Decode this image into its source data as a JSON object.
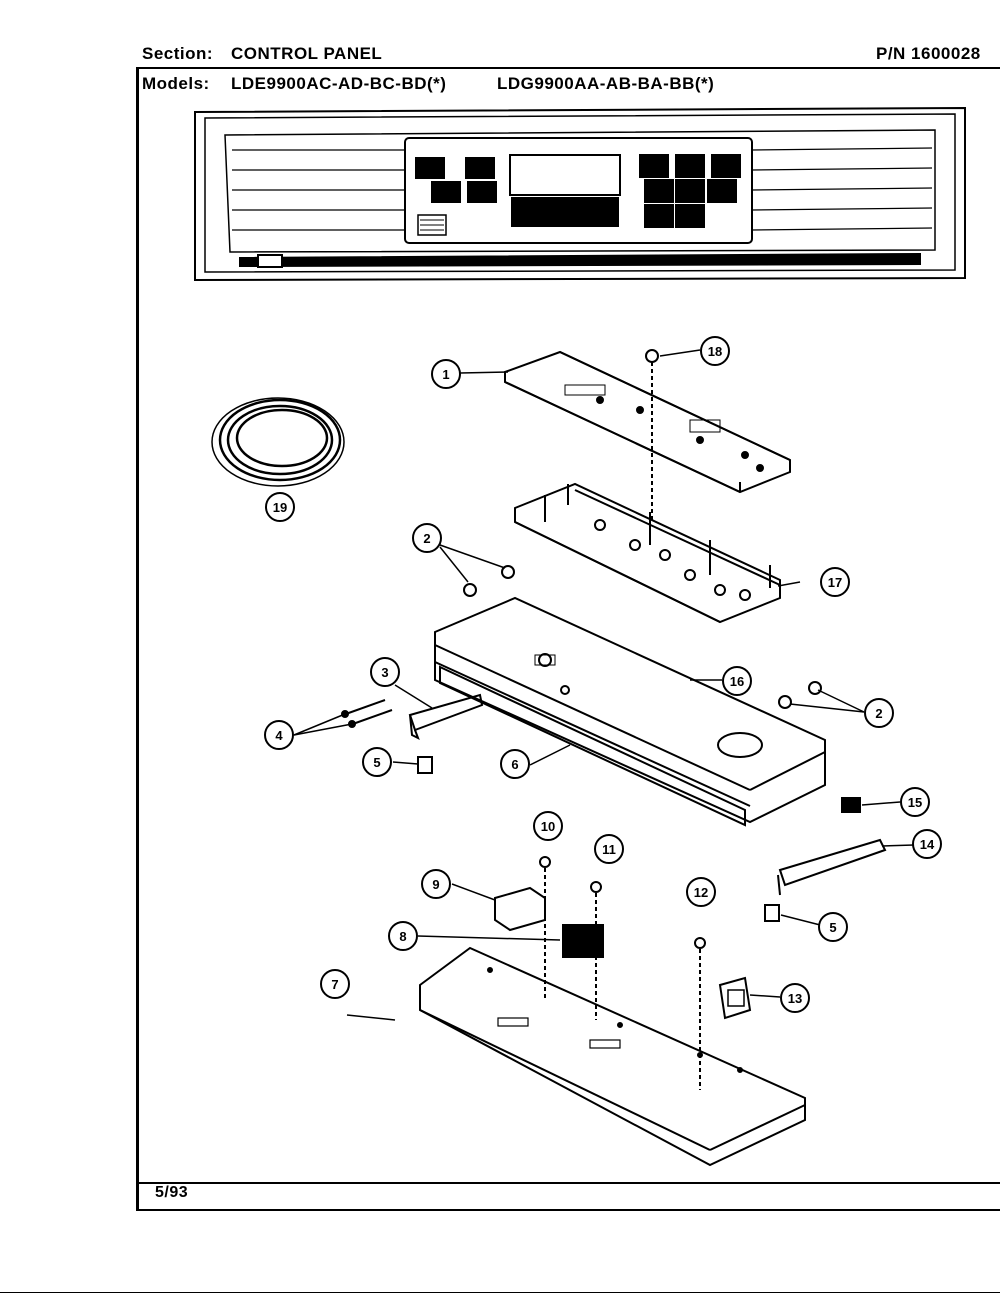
{
  "header": {
    "section_label": "Section:",
    "section_value": "CONTROL PANEL",
    "part_number": "P/N 1600028",
    "models_label": "Models:",
    "models_value_1": "LDE9900AC-AD-BC-BD(*)",
    "models_value_2": "LDG9900AA-AB-BA-BB(*)"
  },
  "footer": {
    "date": "5/93"
  },
  "callouts": [
    "1",
    "2",
    "2",
    "3",
    "4",
    "5",
    "5",
    "6",
    "7",
    "8",
    "9",
    "10",
    "11",
    "12",
    "13",
    "14",
    "15",
    "16",
    "17",
    "18",
    "19"
  ]
}
